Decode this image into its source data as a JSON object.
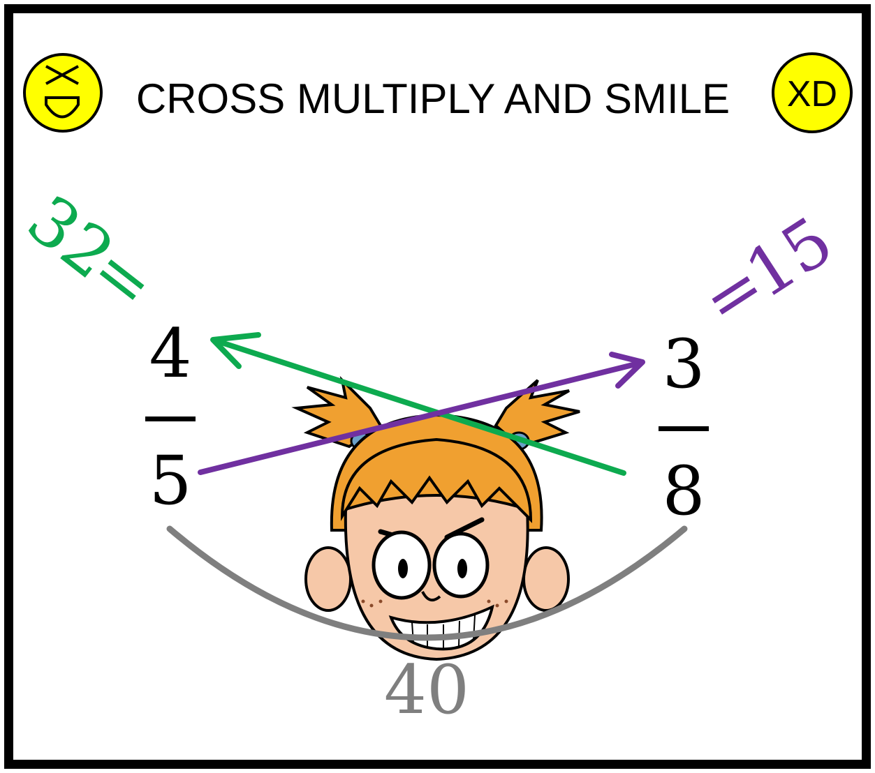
{
  "title": "CROSS MULTIPLY AND SMILE",
  "right_emoji_text": "XD",
  "left_fraction": {
    "numerator": "4",
    "denominator": "5"
  },
  "right_fraction": {
    "numerator": "3",
    "denominator": "8"
  },
  "left_product": "32",
  "right_product": "15",
  "equals": "=",
  "bottom_product": "40",
  "colors": {
    "green": "#0daa4f",
    "purple": "#7030a0",
    "grey": "#7f7f7f",
    "emoji_yellow": "#ffff00",
    "hair": "#f0a030",
    "skin": "#f6c8a8"
  },
  "icons": [
    "laughing-face-icon",
    "xd-face-icon",
    "grinning-girl-illustration"
  ]
}
